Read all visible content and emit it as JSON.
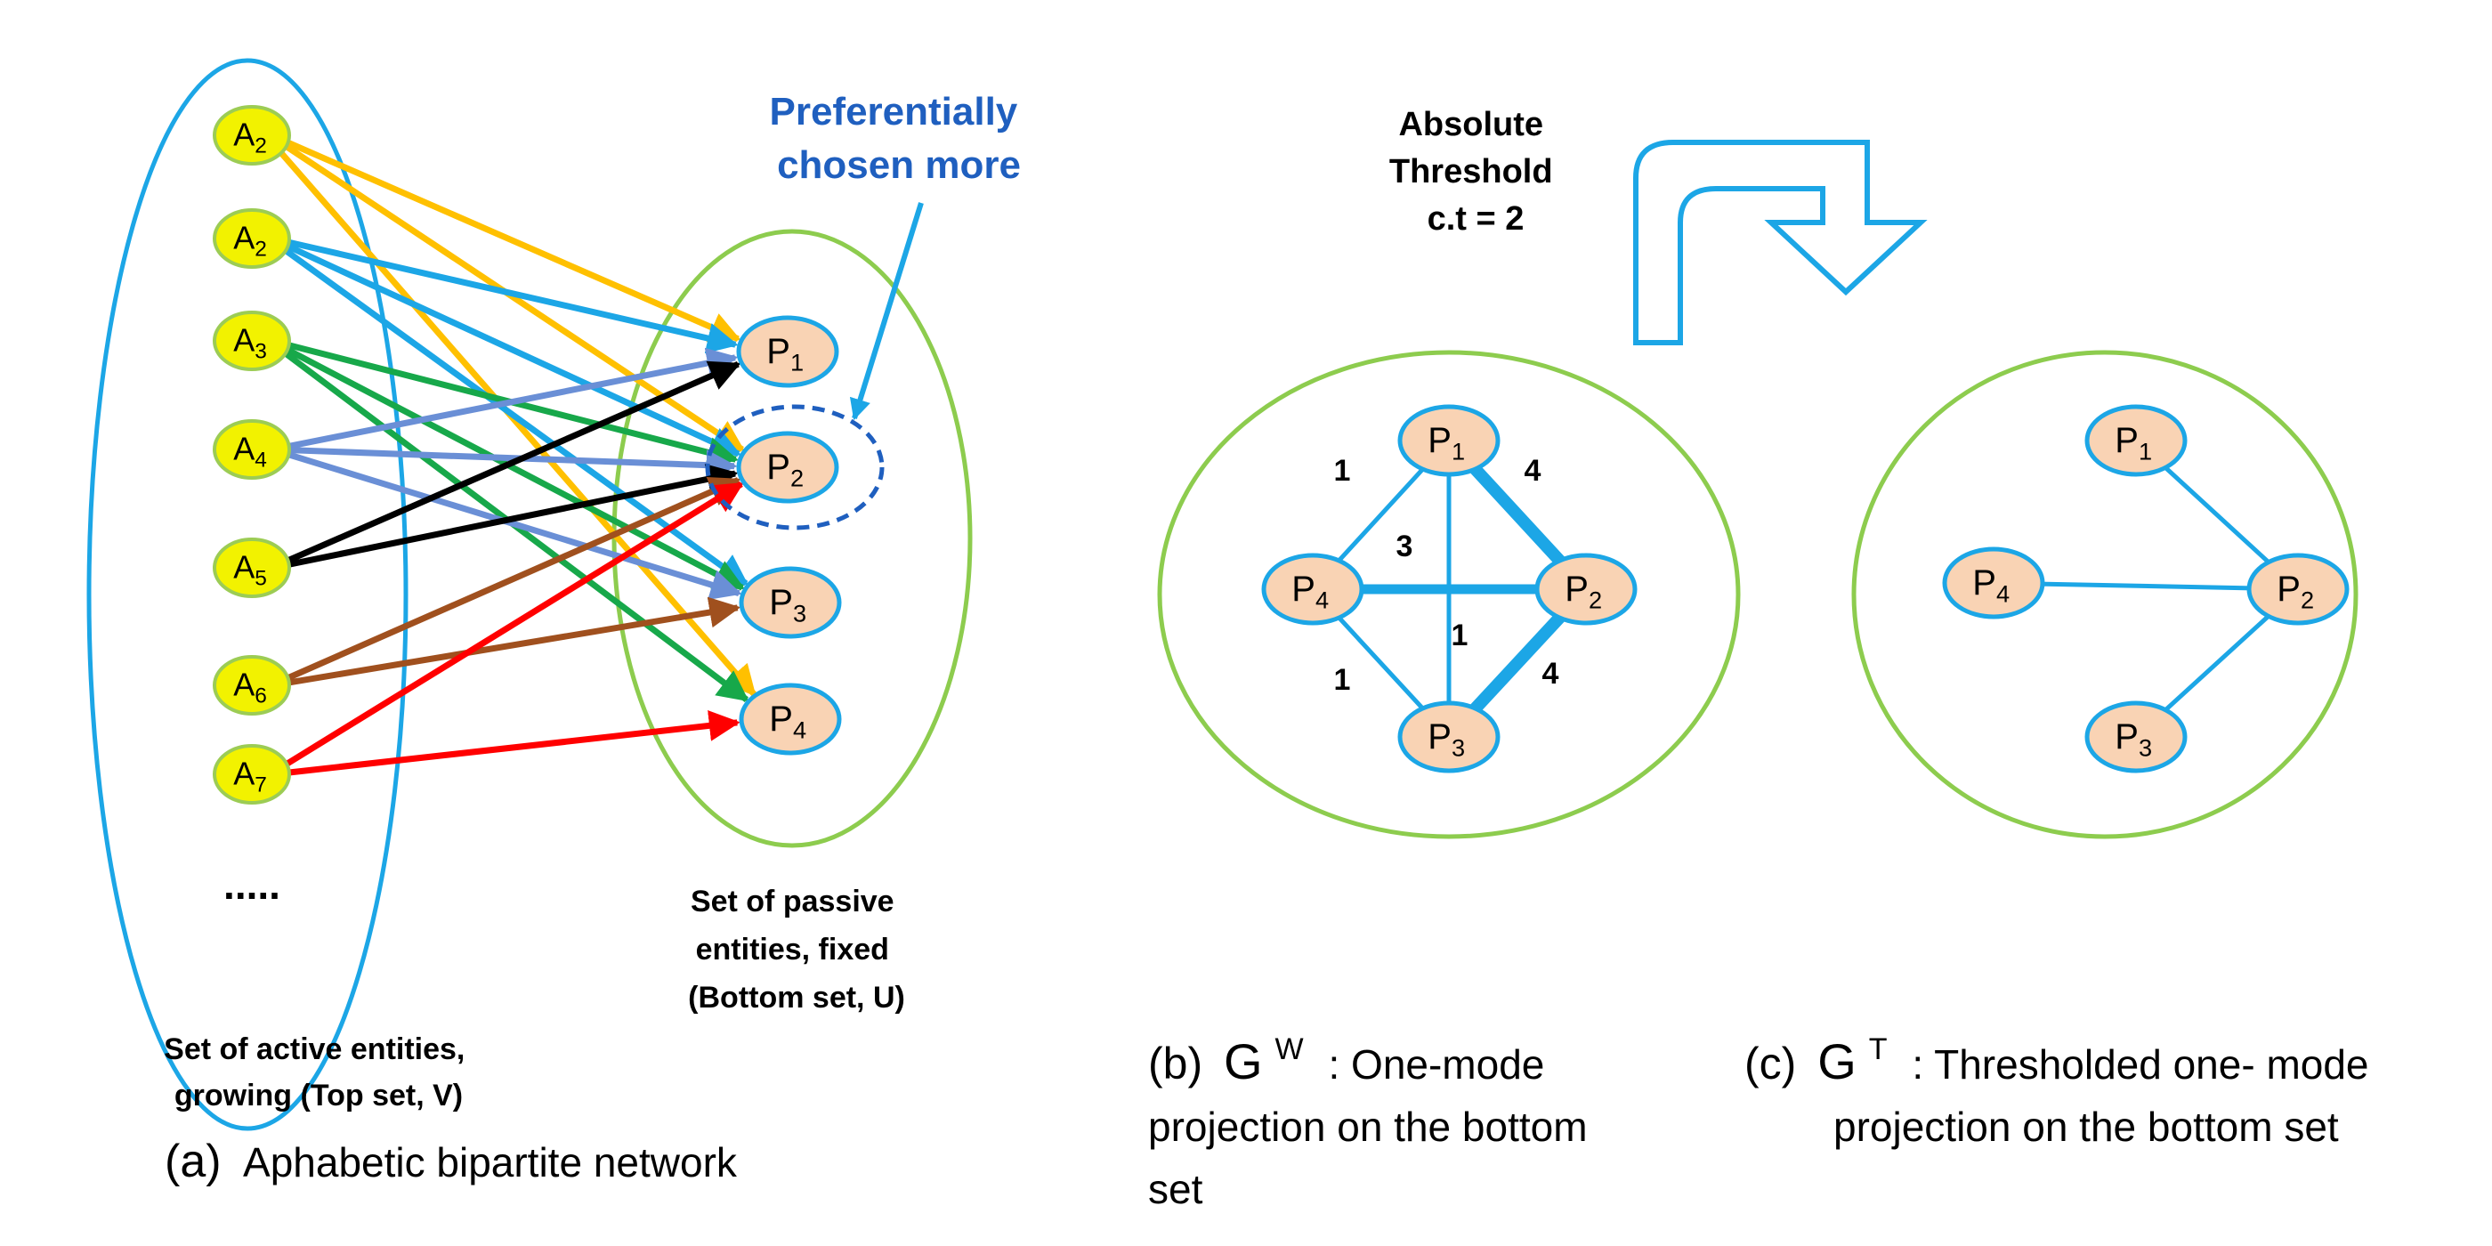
{
  "colors": {
    "blue": "#1ca6e6",
    "green": "#8dcc4e",
    "orange": "#ffc000",
    "darkgreen": "#17a84a",
    "periwinkle": "#6a8fd6",
    "black": "#000000",
    "brown": "#a0501e",
    "red": "#ff0000",
    "callout": "#1f5fbf"
  },
  "panel_a": {
    "active_nodes": [
      {
        "base": "A",
        "sub": "2"
      },
      {
        "base": "A",
        "sub": "2"
      },
      {
        "base": "A",
        "sub": "3"
      },
      {
        "base": "A",
        "sub": "4"
      },
      {
        "base": "A",
        "sub": "5"
      },
      {
        "base": "A",
        "sub": "6"
      },
      {
        "base": "A",
        "sub": "7"
      }
    ],
    "ellipsis": ".....",
    "passive_nodes": [
      {
        "base": "P",
        "sub": "1"
      },
      {
        "base": "P",
        "sub": "2"
      },
      {
        "base": "P",
        "sub": "3"
      },
      {
        "base": "P",
        "sub": "4"
      }
    ],
    "edges": [
      {
        "from": 0,
        "to": 0,
        "color": "orange"
      },
      {
        "from": 0,
        "to": 1,
        "color": "orange"
      },
      {
        "from": 0,
        "to": 3,
        "color": "orange"
      },
      {
        "from": 1,
        "to": 0,
        "color": "blue"
      },
      {
        "from": 1,
        "to": 1,
        "color": "blue"
      },
      {
        "from": 1,
        "to": 2,
        "color": "blue"
      },
      {
        "from": 2,
        "to": 1,
        "color": "darkgreen"
      },
      {
        "from": 2,
        "to": 2,
        "color": "darkgreen"
      },
      {
        "from": 2,
        "to": 3,
        "color": "darkgreen"
      },
      {
        "from": 3,
        "to": 0,
        "color": "periwinkle"
      },
      {
        "from": 3,
        "to": 1,
        "color": "periwinkle"
      },
      {
        "from": 3,
        "to": 2,
        "color": "periwinkle"
      },
      {
        "from": 4,
        "to": 0,
        "color": "black"
      },
      {
        "from": 4,
        "to": 1,
        "color": "black"
      },
      {
        "from": 5,
        "to": 1,
        "color": "brown"
      },
      {
        "from": 5,
        "to": 2,
        "color": "brown"
      },
      {
        "from": 6,
        "to": 1,
        "color": "red"
      },
      {
        "from": 6,
        "to": 3,
        "color": "red"
      }
    ],
    "callout": [
      "Preferentially",
      "chosen more"
    ],
    "passive_label": [
      "Set of passive",
      "entities, fixed",
      "(Bottom set, U)"
    ],
    "active_label": [
      "Set of active entities,",
      "growing (Top set, V)"
    ],
    "caption_prefix": "(a)",
    "caption_text": "Aphabetic bipartite network"
  },
  "threshold": {
    "lines": [
      "Absolute",
      "Threshold",
      "c.t = 2"
    ]
  },
  "panel_b": {
    "nodes": [
      {
        "base": "P",
        "sub": "1"
      },
      {
        "base": "P",
        "sub": "2"
      },
      {
        "base": "P",
        "sub": "3"
      },
      {
        "base": "P",
        "sub": "4"
      }
    ],
    "edges": [
      {
        "a": 0,
        "b": 3,
        "w": "1"
      },
      {
        "a": 0,
        "b": 1,
        "w": "4"
      },
      {
        "a": 3,
        "b": 1,
        "w": "3"
      },
      {
        "a": 0,
        "b": 2,
        "w": "1"
      },
      {
        "a": 3,
        "b": 2,
        "w": "1"
      },
      {
        "a": 2,
        "b": 1,
        "w": "4"
      }
    ],
    "caption_prefix": "(b)",
    "caption_g": "G",
    "caption_sup": "W",
    "caption_lines": [
      ": One-mode",
      "projection on the bottom",
      "set"
    ]
  },
  "panel_c": {
    "nodes": [
      {
        "base": "P",
        "sub": "1"
      },
      {
        "base": "P",
        "sub": "2"
      },
      {
        "base": "P",
        "sub": "3"
      },
      {
        "base": "P",
        "sub": "4"
      }
    ],
    "edges": [
      {
        "a": 0,
        "b": 1
      },
      {
        "a": 3,
        "b": 1
      },
      {
        "a": 2,
        "b": 1
      }
    ],
    "caption_prefix": "(c)",
    "caption_g": "G",
    "caption_sup": "T",
    "caption_lines": [
      ": Thresholded one- mode",
      "projection on the bottom set"
    ]
  }
}
